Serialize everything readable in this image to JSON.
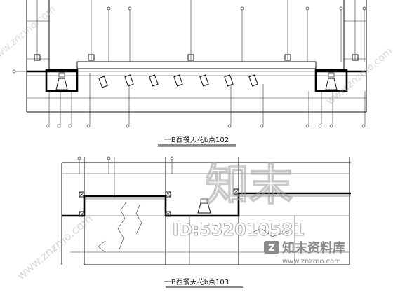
{
  "drawing": {
    "sections": [
      {
        "title": "一B西餐天花b点102"
      },
      {
        "title": "一B西餐天花b点103"
      }
    ]
  },
  "watermark": {
    "brand_big": "知末",
    "id_text": "ID:532010581",
    "brand_site": "知末资料库",
    "url": "www.znzmo.com",
    "diagonal_text": "www.znzmo.com"
  },
  "colors": {
    "ink": "#111111",
    "watermark_gray": "#9a9a9a",
    "background": "#ffffff"
  }
}
